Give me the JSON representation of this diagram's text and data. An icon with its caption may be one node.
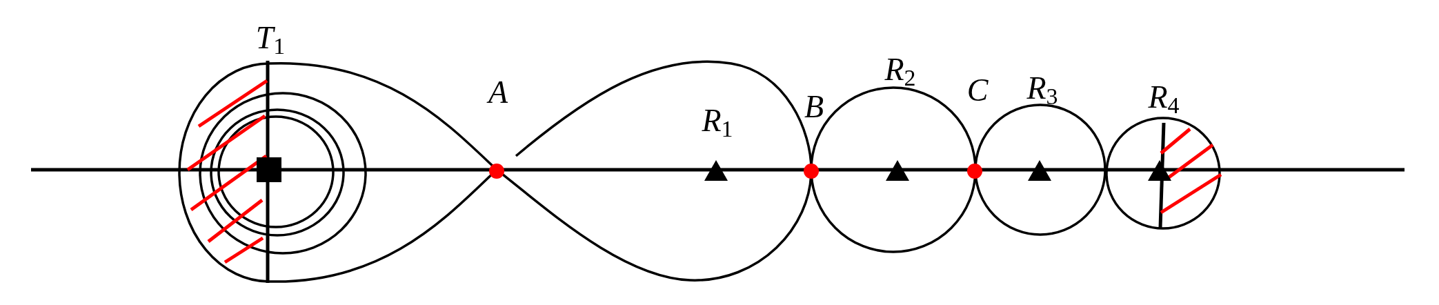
{
  "diagram": {
    "labels": [
      "*T*$_{1}$",
      "*A*",
      "*R*$_{1}$",
      "*B*",
      "*R*$_{2}$",
      "*C*",
      "*R*$_{3}$",
      "*R*$_{4}$"
    ]
  }
}
